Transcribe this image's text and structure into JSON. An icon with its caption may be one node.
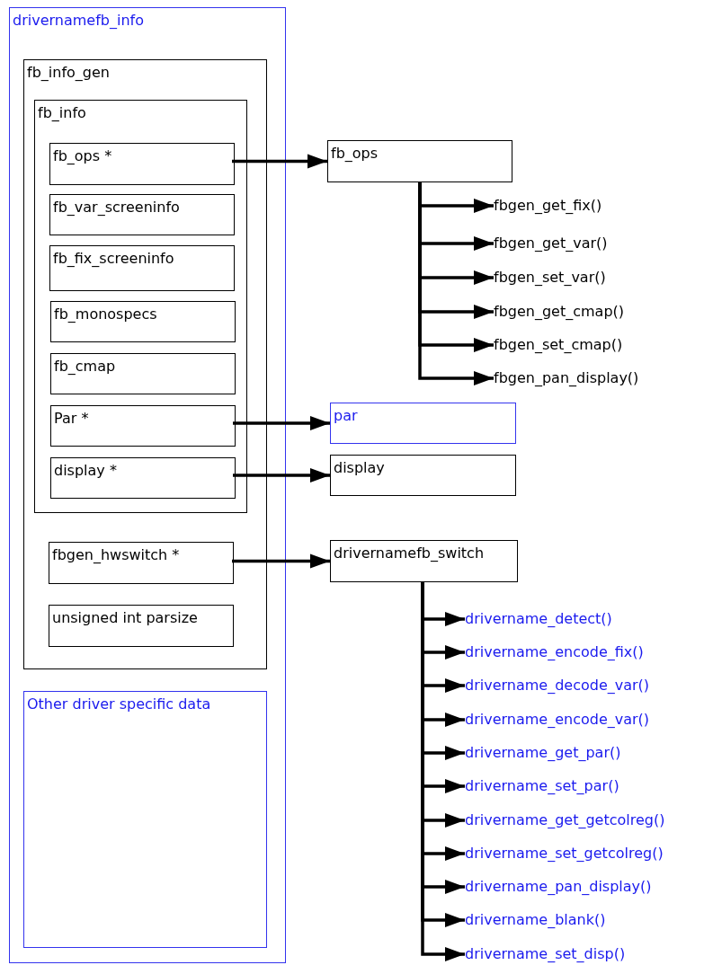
{
  "diagram": {
    "nodes": [
      {
        "text": [
          "drivernamefb_info"
        ]
      },
      {
        "text": [
          "fb_info_gen"
        ],
        "in": 0
      },
      {
        "text": [
          "fb_info"
        ],
        "in": 1
      },
      {
        "text": [
          "fb_ops *"
        ],
        "in": 2
      },
      {
        "text": [
          "fb_var_screeninfo"
        ],
        "in": 2
      },
      {
        "text": [
          "fb_fix_screeninfo"
        ],
        "in": 2
      },
      {
        "text": [
          "fb_monospecs"
        ],
        "in": 2
      },
      {
        "text": [
          "fb_cmap"
        ],
        "in": 2
      },
      {
        "text": [
          "Par *"
        ],
        "in": 2
      },
      {
        "text": [
          "display *"
        ],
        "in": 2
      },
      {
        "text": [
          "fbgen_hwswitch *"
        ],
        "in": 1
      },
      {
        "text": [
          "unsigned int parsize"
        ],
        "in": 1
      },
      {
        "text": [
          "Other driver specific data"
        ],
        "in": 0
      },
      {
        "text": [
          "fb_ops"
        ]
      },
      {
        "text": [
          "fbgen_get_fix()"
        ]
      },
      {
        "text": [
          "fbgen_get_var()"
        ]
      },
      {
        "text": [
          "fbgen_set_var()"
        ]
      },
      {
        "text": [
          "fbgen_get_cmap()"
        ]
      },
      {
        "text": [
          "fbgen_set_cmap()"
        ]
      },
      {
        "text": [
          "fbgen_pan_display()"
        ]
      },
      {
        "text": [
          "par"
        ]
      },
      {
        "text": [
          "display"
        ]
      },
      {
        "text": [
          "drivernamefb_switch"
        ]
      },
      {
        "text": [
          "drivername_detect()"
        ]
      },
      {
        "text": [
          "drivername_encode_fix()"
        ]
      },
      {
        "text": [
          "drivername_decode_var()"
        ]
      },
      {
        "text": [
          "drivername_encode_var()"
        ]
      },
      {
        "text": [
          "drivername_get_par()"
        ]
      },
      {
        "text": [
          "drivername_set_par()"
        ]
      },
      {
        "text": [
          "drivername_get_getcolreg()"
        ]
      },
      {
        "text": [
          "drivername_set_getcolreg()"
        ]
      },
      {
        "text": [
          "drivername_pan_display()"
        ]
      },
      {
        "text": [
          "drivername_blank()"
        ]
      },
      {
        "text": [
          "drivername_set_disp()"
        ]
      }
    ],
    "edges": [
      {
        "from": 3,
        "to": 13,
        "arrow": "to"
      },
      {
        "from": 13,
        "to": 14,
        "arrow": "to"
      },
      {
        "from": 13,
        "to": 15,
        "arrow": "to"
      },
      {
        "from": 13,
        "to": 16,
        "arrow": "to"
      },
      {
        "from": 13,
        "to": 17,
        "arrow": "to"
      },
      {
        "from": 13,
        "to": 18,
        "arrow": "to"
      },
      {
        "from": 13,
        "to": 19,
        "arrow": "to"
      },
      {
        "from": 8,
        "to": 20,
        "arrow": "to"
      },
      {
        "from": 9,
        "to": 21,
        "arrow": "to"
      },
      {
        "from": 10,
        "to": 22,
        "arrow": "to"
      },
      {
        "from": 22,
        "to": 23,
        "arrow": "to"
      },
      {
        "from": 22,
        "to": 24,
        "arrow": "to"
      },
      {
        "from": 22,
        "to": 25,
        "arrow": "to"
      },
      {
        "from": 22,
        "to": 26,
        "arrow": "to"
      },
      {
        "from": 22,
        "to": 27,
        "arrow": "to"
      },
      {
        "from": 22,
        "to": 28,
        "arrow": "to"
      },
      {
        "from": 22,
        "to": 29,
        "arrow": "to"
      },
      {
        "from": 22,
        "to": 30,
        "arrow": "to"
      },
      {
        "from": 22,
        "to": 31,
        "arrow": "to"
      },
      {
        "from": 22,
        "to": 32,
        "arrow": "to"
      },
      {
        "from": 22,
        "to": 33,
        "arrow": "to"
      }
    ]
  }
}
